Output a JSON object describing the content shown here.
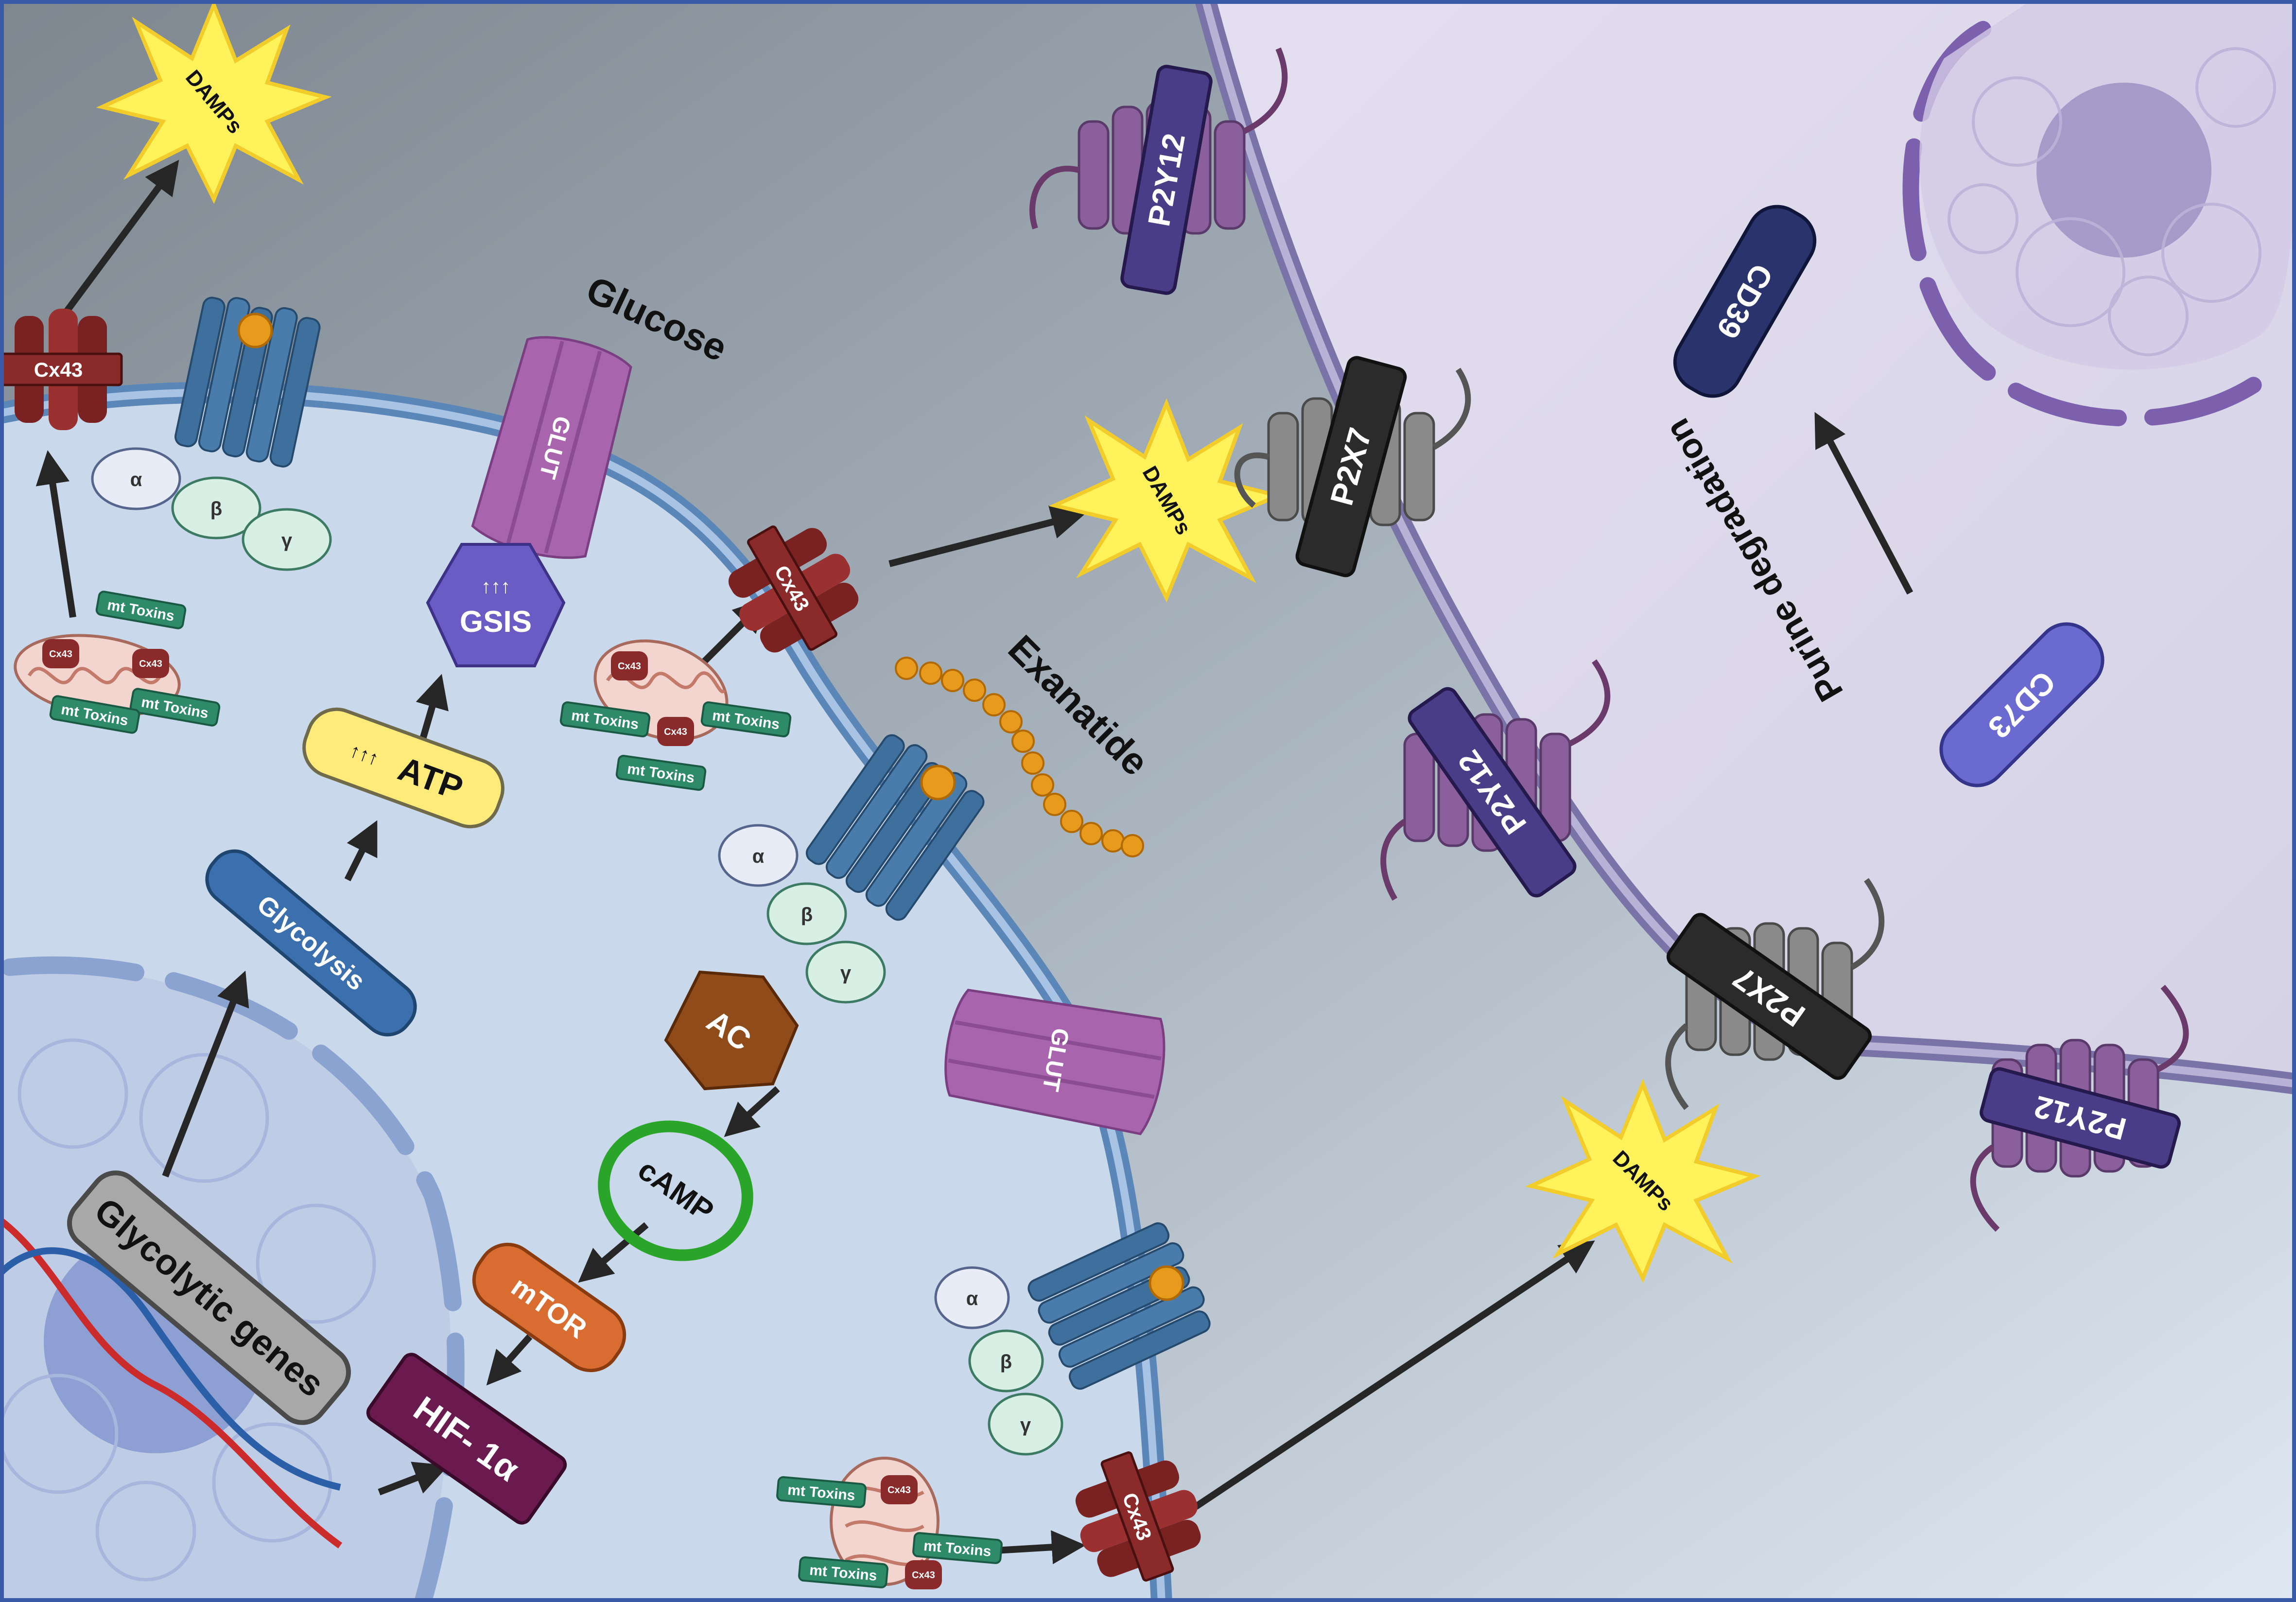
{
  "labels": {
    "damps": "DAMPs",
    "cx43": "Cx43",
    "glut": "GLUT",
    "glucose": "Glucose",
    "gsis": "GSIS",
    "atp": "ATP",
    "glycolysis": "Glycolysis",
    "glycolytic_genes": "Glycolytic genes",
    "hif": "HIF- 1α",
    "mtor": "mTOR",
    "camp": "cAMP",
    "ac": "AC",
    "exenatide": "Exanatide",
    "mt_toxins": "mt Toxins",
    "p2y12": "P2Y12",
    "p2x7": "P2X7",
    "cd39": "CD39",
    "cd73": "CD73",
    "purine_degradation": "Purine degradation",
    "alpha": "α",
    "beta": "β",
    "gamma": "γ",
    "up_arrows": "↑↑↑"
  },
  "colors": {
    "beta_cell_cytoplasm": "#c9d8ea",
    "extracellular": "#9aa7b3",
    "immune_cell": "#dcd8ea",
    "membrane": "#5b86b8",
    "immune_membrane": "#7a73a8",
    "damps": "#fff25a",
    "cx43": "#8b2a2a",
    "glut": "#a865ad",
    "gpcr": "#3f6f9c",
    "p2y12": "#8a5f9c",
    "p2x7": "#8a8a8a",
    "arrow": "#262626",
    "mt_toxins": "#2f8a6a",
    "cd39": "#2a336b",
    "cd73": "#6a6ad0",
    "glycolysis": "#3b6fae",
    "atp": "#ffeb7a",
    "gsis": "#6a5cc4",
    "ac": "#8f4c1a",
    "camp": "#2aa52a",
    "mtor": "#d96d31",
    "hif": "#6a1a4f",
    "genes": "#a8a8a8"
  }
}
